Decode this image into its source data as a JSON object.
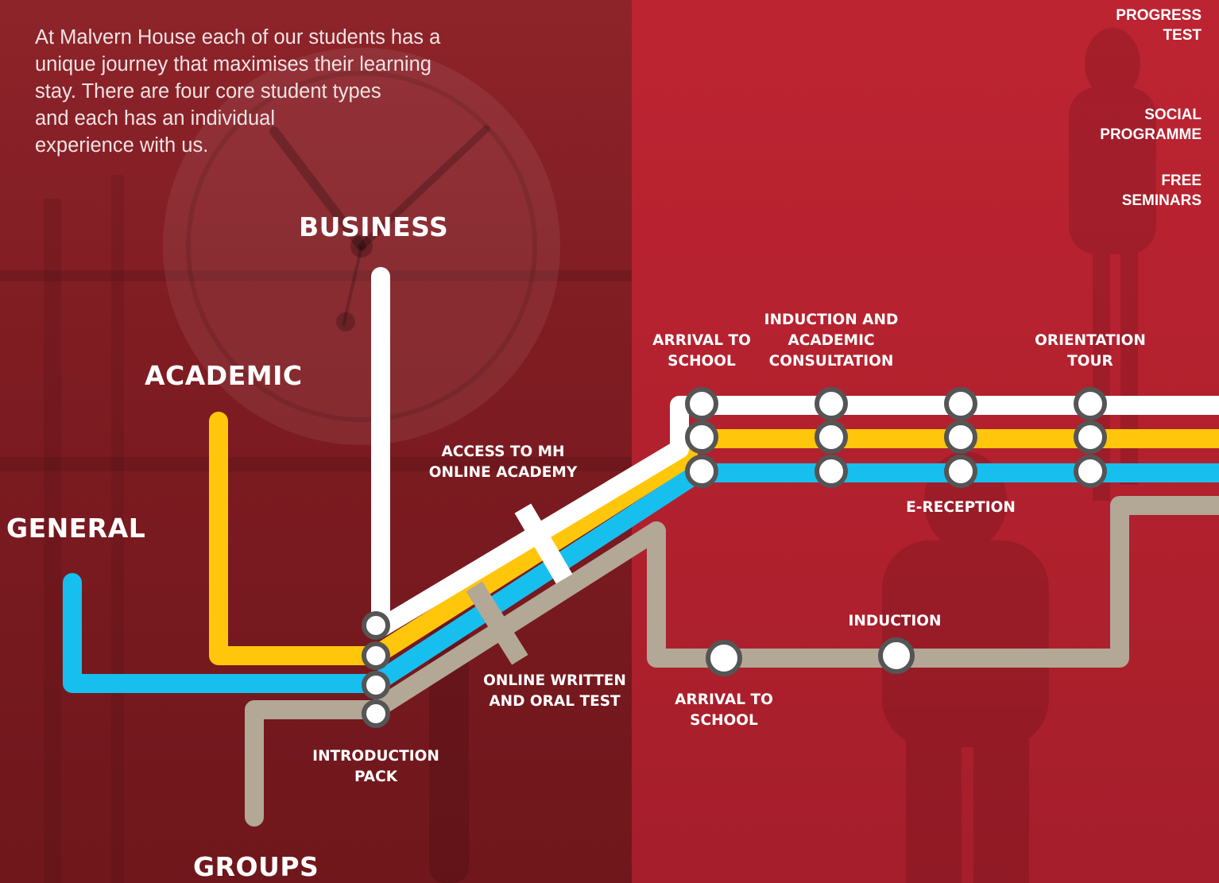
{
  "intro": {
    "line1": "At Malvern House each of our students has a",
    "line2": "unique journey that maximises their learning",
    "line3": "stay. There are four core student types",
    "line4": "and each has an individual",
    "line5": "experience with us."
  },
  "routes": {
    "business": "BUSINESS",
    "academic": "ACADEMIC",
    "general": "GENERAL",
    "groups": "GROUPS"
  },
  "route_colors": {
    "business": "#ffffff",
    "academic": "#ffc60b",
    "general": "#17bfee",
    "groups": "#b3a796"
  },
  "stations": {
    "introduction_pack": [
      "INTRODUCTION",
      "PACK"
    ],
    "online_test": [
      "ONLINE WRITTEN",
      "AND ORAL TEST"
    ],
    "online_academy": [
      "ACCESS TO MH",
      "ONLINE ACADEMY"
    ],
    "arrival_main": [
      "ARRIVAL TO",
      "SCHOOL"
    ],
    "induction_consult": [
      "INDUCTION AND",
      "ACADEMIC",
      "CONSULTATION"
    ],
    "orientation": [
      "ORIENTATION",
      "TOUR"
    ],
    "ereception": [
      "E-RECEPTION"
    ],
    "induction": [
      "INDUCTION"
    ],
    "arrival_groups": [
      "ARRIVAL TO",
      "SCHOOL"
    ]
  },
  "side_labels": {
    "progress": [
      "PROGRESS",
      "TEST"
    ],
    "social": [
      "SOCIAL",
      "PROGRAMME"
    ],
    "seminars": [
      "FREE",
      "SEMINARS"
    ]
  }
}
